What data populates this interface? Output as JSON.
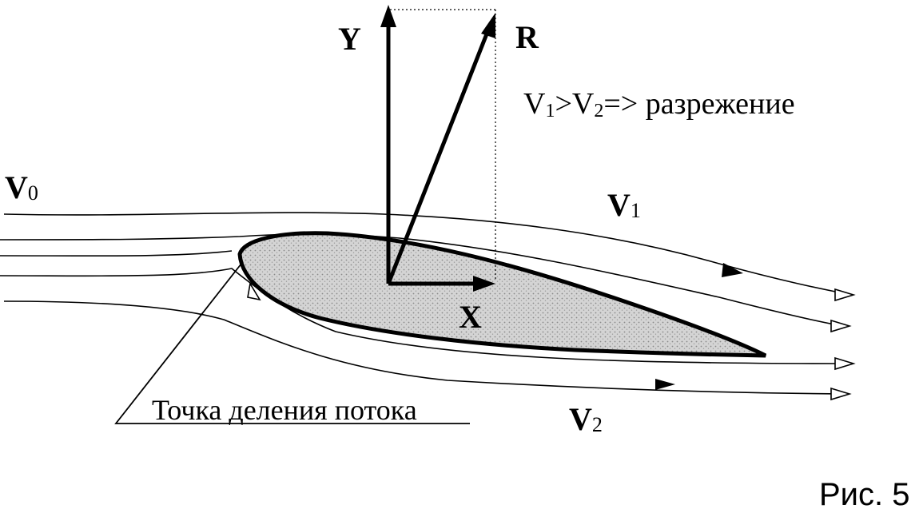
{
  "figure": {
    "caption": "Рис. 5",
    "note_prefix_v1": "V",
    "note_sub_1": "1",
    "note_gt": ">V",
    "note_sub_2": "2",
    "note_rest": "=> разрежение",
    "vector_Y": "Y",
    "vector_R": "R",
    "vector_X": "X",
    "velocity_V0": "V",
    "velocity_V0_sub": "0",
    "velocity_V1": "V",
    "velocity_V1_sub": "1",
    "velocity_V2": "V",
    "velocity_V2_sub": "2",
    "split_point_label": "Точка деления потока"
  },
  "colors": {
    "ink": "#000000",
    "airfoil_fill": "#c8c8c8",
    "background": "#ffffff"
  }
}
